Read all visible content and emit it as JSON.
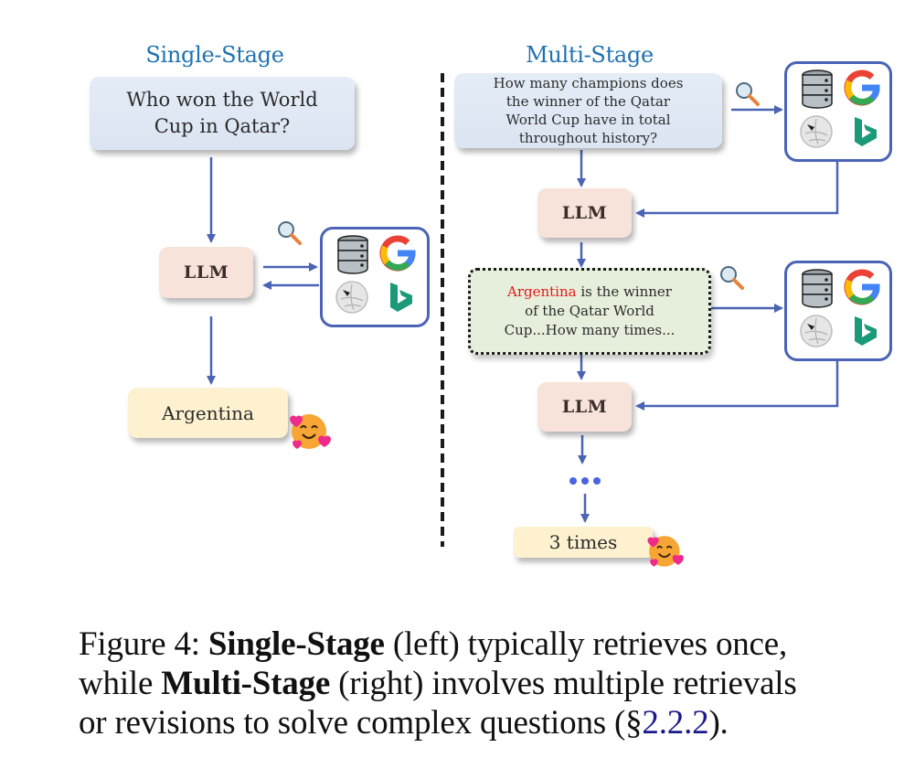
{
  "single_stage": {
    "title": "Single-Stage",
    "question": [
      "Who won the World",
      "Cup in Qatar?"
    ],
    "llm_label": "LLM",
    "answer": "Argentina",
    "retriever_icons": [
      "database-icon",
      "google-icon",
      "wikipedia-icon",
      "bing-icon"
    ],
    "search_icon": "magnifier-icon",
    "emoji": "smiling-face-with-hearts"
  },
  "multi_stage": {
    "title": "Multi-Stage",
    "question": [
      "How many champions does",
      "the winner of the Qatar",
      "World Cup have in total",
      "throughout history?"
    ],
    "llm_label_1": "LLM",
    "intermediate": {
      "highlight": "Argentina",
      "line1_rest": " is the winner",
      "line2": "of the Qatar World",
      "line3": "Cup...How many times..."
    },
    "llm_label_2": "LLM",
    "ellipsis": "•••",
    "answer": "3 times",
    "emoji": "smiling-face-with-hearts"
  },
  "caption": {
    "prefix": "Figure 4: ",
    "bold1": "Single-Stage",
    "mid1": " (left) typically retrieves once,",
    "mid2": "while ",
    "bold2": "Multi-Stage",
    "mid3": " (right) involves multiple retrievals",
    "mid4": "or revisions to solve complex questions (§",
    "ref": "2.2.2",
    "suffix": ")."
  },
  "colors": {
    "title": "#1f72b0",
    "arrow": "#4a63b5",
    "highlight": "#e31a1a",
    "question_bg": "#dfe8f4",
    "llm_bg": "#f7e3da",
    "answer_bg": "#fdf1cf",
    "intermediate_bg": "#e5efdc"
  }
}
